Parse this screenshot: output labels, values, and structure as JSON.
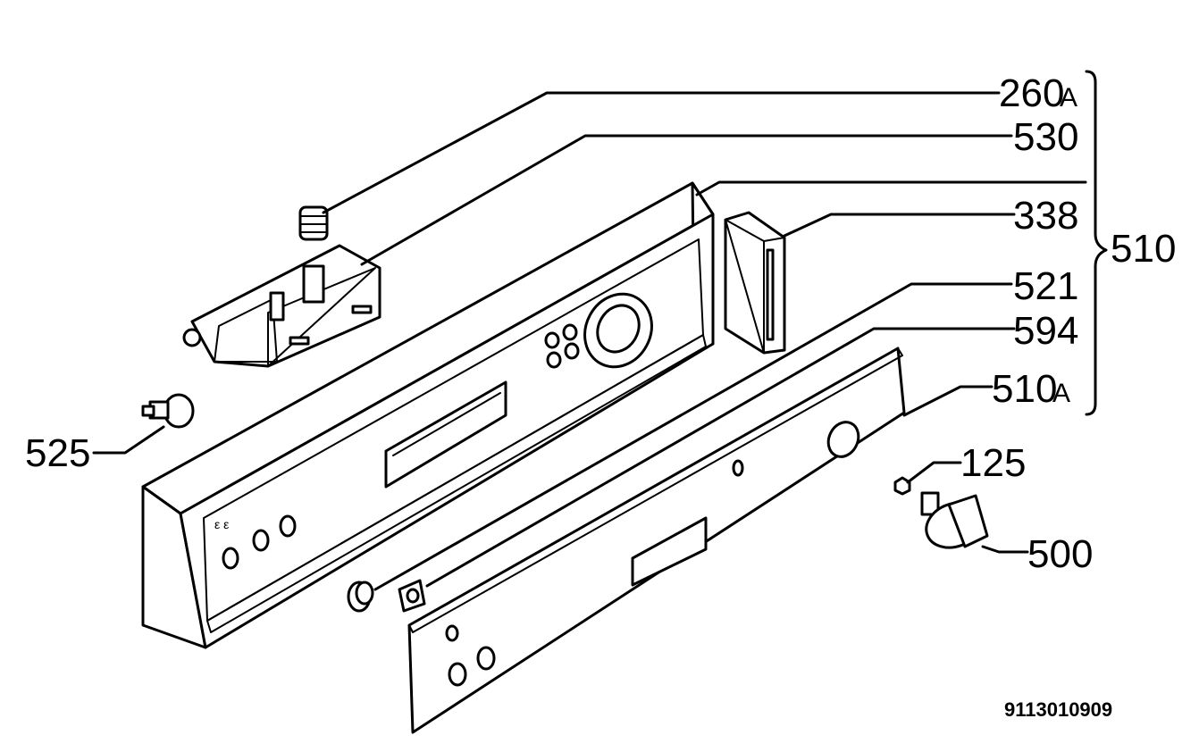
{
  "callouts": {
    "c260a": {
      "num": "260",
      "suffix": "A"
    },
    "c530": "530",
    "c338": "338",
    "c510": "510",
    "c521": "521",
    "c594": "594",
    "c510a": {
      "num": "510",
      "suffix": "A"
    },
    "c125": "125",
    "c500": "500",
    "c525": "525"
  },
  "document_number": "9113010909"
}
